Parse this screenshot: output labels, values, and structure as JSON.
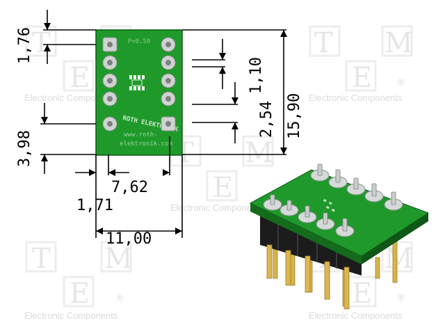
{
  "watermark": {
    "letters": [
      "T",
      "M",
      "E"
    ],
    "caption": "Electronic Components",
    "registered": "®"
  },
  "dimensions": {
    "top_offset": "1,76",
    "pitch_small": "1,10",
    "row_pitch": "2,54",
    "total_height": "15,90",
    "bottom_offset": "3,98",
    "pin_spacing": "7,62",
    "side_offset": "1,71",
    "total_width": "11,00"
  },
  "pcb": {
    "brand": "ROTH ELEKTRONIK",
    "pitch_label": "P=0,50",
    "website_line1": "www.roth-",
    "website_line2": "elektronik.com",
    "pins_per_side": 5
  },
  "colors": {
    "pcb_green": "#1f9a2a",
    "pad_silver": "#cfd3d2",
    "pin_gold": "#d8b24a",
    "header_black": "#1c1c1c"
  }
}
